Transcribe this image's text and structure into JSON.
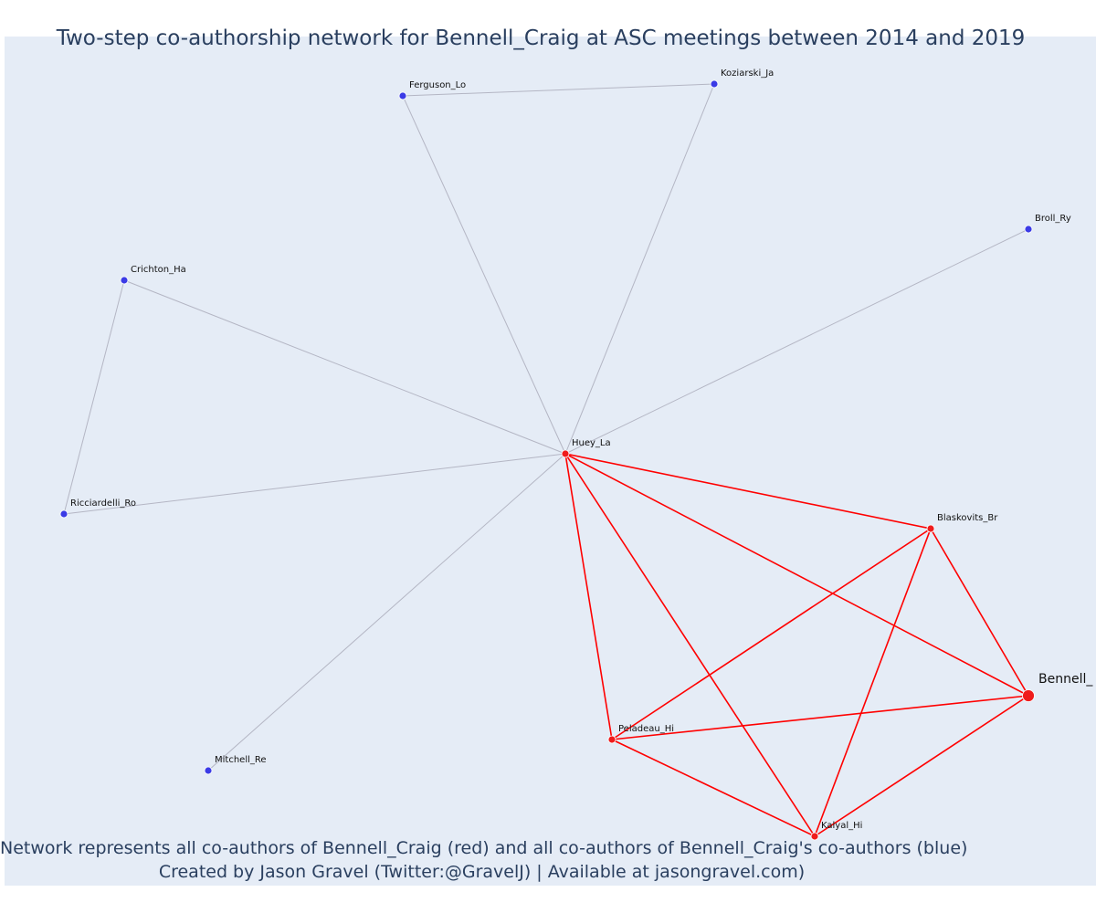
{
  "title": "Two-step co-authorship network for Bennell_Craig at ASC meetings between 2014 and 2019",
  "footer_line1": "Network represents all co-authors of Bennell_Craig (red) and all co-authors of Bennell_Craig's co-authors (blue)",
  "footer_line2": "Created by Jason Gravel (Twitter:@GravelJ) | Available at jasongravel.com)",
  "colors": {
    "coauthor": "#ef1c1c",
    "second_step": "#3b3be6",
    "edge_direct": "#ff0000",
    "edge_indirect": "#b4b6c4",
    "background": "#e5ecf6"
  },
  "nodes": [
    {
      "id": "Bennell_Craig",
      "label": "Bennell_",
      "group": "focal"
    },
    {
      "id": "Huey_La",
      "label": "Huey_La",
      "group": "coauthor"
    },
    {
      "id": "Blaskovits_Br",
      "label": "Blaskovits_Br",
      "group": "coauthor"
    },
    {
      "id": "Peladeau_Hi",
      "label": "Peladeau_Hi",
      "group": "coauthor"
    },
    {
      "id": "Kalyal_Hi",
      "label": "Kalyal_Hi",
      "group": "coauthor"
    },
    {
      "id": "Ferguson_Lo",
      "label": "Ferguson_Lo",
      "group": "second_step"
    },
    {
      "id": "Koziarski_Ja",
      "label": "Koziarski_Ja",
      "group": "second_step"
    },
    {
      "id": "Broll_Ry",
      "label": "Broll_Ry",
      "group": "second_step"
    },
    {
      "id": "Crichton_Ha",
      "label": "Crichton_Ha",
      "group": "second_step"
    },
    {
      "id": "Ricciardelli_Ro",
      "label": "Ricciardelli_Ro",
      "group": "second_step"
    },
    {
      "id": "Mitchell_Re",
      "label": "Mitchell_Re",
      "group": "second_step"
    }
  ],
  "edges": [
    {
      "source": "Huey_La",
      "target": "Blaskovits_Br",
      "type": "direct"
    },
    {
      "source": "Huey_La",
      "target": "Bennell_Craig",
      "type": "direct"
    },
    {
      "source": "Huey_La",
      "target": "Peladeau_Hi",
      "type": "direct"
    },
    {
      "source": "Huey_La",
      "target": "Kalyal_Hi",
      "type": "direct"
    },
    {
      "source": "Blaskovits_Br",
      "target": "Bennell_Craig",
      "type": "direct"
    },
    {
      "source": "Blaskovits_Br",
      "target": "Peladeau_Hi",
      "type": "direct"
    },
    {
      "source": "Blaskovits_Br",
      "target": "Kalyal_Hi",
      "type": "direct"
    },
    {
      "source": "Peladeau_Hi",
      "target": "Bennell_Craig",
      "type": "direct"
    },
    {
      "source": "Peladeau_Hi",
      "target": "Kalyal_Hi",
      "type": "direct"
    },
    {
      "source": "Kalyal_Hi",
      "target": "Bennell_Craig",
      "type": "direct"
    },
    {
      "source": "Huey_La",
      "target": "Ferguson_Lo",
      "type": "indirect"
    },
    {
      "source": "Huey_La",
      "target": "Koziarski_Ja",
      "type": "indirect"
    },
    {
      "source": "Ferguson_Lo",
      "target": "Koziarski_Ja",
      "type": "indirect"
    },
    {
      "source": "Huey_La",
      "target": "Broll_Ry",
      "type": "indirect"
    },
    {
      "source": "Huey_La",
      "target": "Crichton_Ha",
      "type": "indirect"
    },
    {
      "source": "Huey_La",
      "target": "Ricciardelli_Ro",
      "type": "indirect"
    },
    {
      "source": "Crichton_Ha",
      "target": "Ricciardelli_Ro",
      "type": "indirect"
    },
    {
      "source": "Huey_La",
      "target": "Mitchell_Re",
      "type": "indirect"
    }
  ]
}
